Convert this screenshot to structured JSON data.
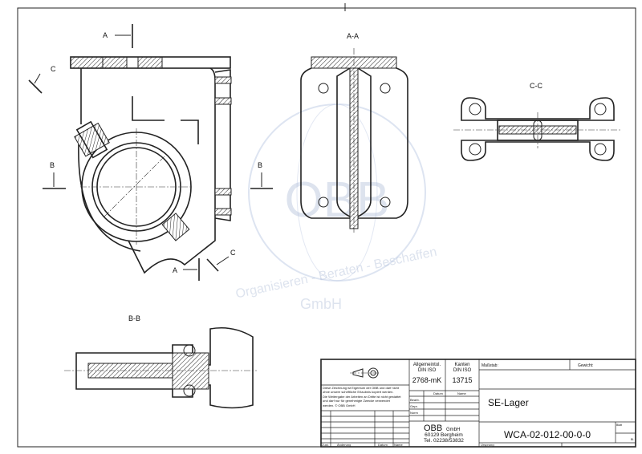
{
  "watermark": {
    "logo": "OBB",
    "slogan": "Organisieren - Beraten - Beschaffen",
    "suffix": "GmbH"
  },
  "views": {
    "section_aa": "A-A",
    "section_bb": "B-B",
    "section_cc": "C-C",
    "markers": {
      "a": "A",
      "b": "B",
      "c": "C"
    }
  },
  "title_block": {
    "tolerance_label": "Allgemeintol.",
    "tolerance_std": "DIN ISO",
    "tolerance_value": "2768-mK",
    "edges_label": "Kanten",
    "edges_std": "DIN ISO",
    "edges_value": "13715",
    "copyright_note": [
      "Diese Zeichnung ist Eigentum der OBB und darf nicht",
      "ohne unsere schriftliche Erlaubnis kopiert werden.",
      "Die Weitergabe der Arbeiten an Dritte ist nicht gestattet",
      "und darf nur für genehmigte Zwecke verwendet",
      "werden. © OBB GmbH"
    ],
    "date_header": "Datum",
    "name_header": "Name",
    "rows": [
      "Bearb.",
      "Gepr.",
      "Norm"
    ],
    "revision_headers": [
      "Zust.",
      "Änderung",
      "Datum",
      "Name"
    ],
    "company": "OBB",
    "company_suffix": "GmbH",
    "address": "60129 Bergheim",
    "phone": "Tel. 02238/53832",
    "scale_label": "Maßstab:",
    "weight_label": "Gewicht:",
    "part_name": "SE-Lager",
    "drawing_number": "WCA-02-012-00-0-0",
    "sheet_label": "Blatt",
    "sheet_suffix": "Bl.",
    "origin_label": "Ursprung:"
  }
}
